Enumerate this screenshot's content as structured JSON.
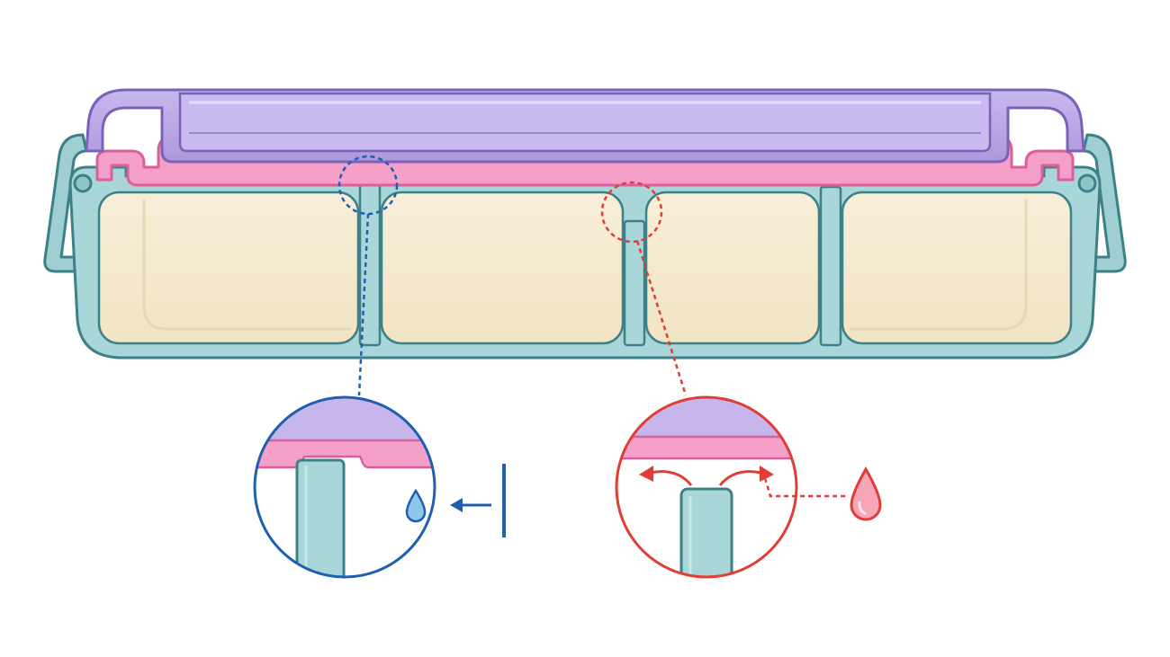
{
  "diagram": {
    "subject": "divided-container-cross-section",
    "parts": [
      {
        "name": "lid",
        "color": "#b9a6e3"
      },
      {
        "name": "gasket",
        "color": "#f4a0c8"
      },
      {
        "name": "tray",
        "color": "#a9d6d8"
      },
      {
        "name": "compartment-interior",
        "color": "#f6ecd2"
      }
    ],
    "compartment_count": 4,
    "details": [
      {
        "name": "sealed-divider-detail",
        "color": "#1f5fb0",
        "icons": [
          "water-drop-icon",
          "blocked-arrow-icon"
        ]
      },
      {
        "name": "short-divider-leak-detail",
        "color": "#e03d35",
        "icons": [
          "flow-arrows-icon",
          "water-drop-icon"
        ]
      }
    ]
  }
}
